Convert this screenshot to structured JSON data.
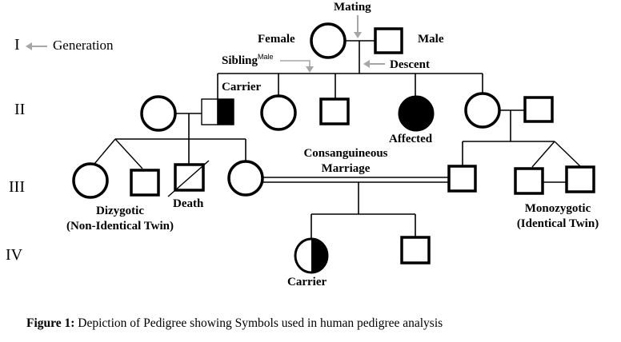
{
  "figure": {
    "caption_bold": "Figure 1:",
    "caption_text": " Depiction of Pedigree showing Symbols used in human pedigree analysis"
  },
  "generations": [
    "I",
    "II",
    "III",
    "IV"
  ],
  "legend": {
    "generation": "Generation",
    "mating": "Mating",
    "female": "Female",
    "male": "Male",
    "sibling": "Sibling",
    "sibling_sup": "Male",
    "descent": "Descent",
    "carrier_male": "Carrier",
    "affected": "Affected",
    "consanguineous_1": "Consanguineous",
    "consanguineous_2": "Marriage",
    "dizygotic_1": "Dizygotic",
    "dizygotic_2": "(Non-Identical Twin)",
    "death": "Death",
    "monozygotic_1": "Monozygotic",
    "monozygotic_2": "(Identical Twin)",
    "carrier_female": "Carrier"
  },
  "colors": {
    "line": "#000000",
    "annotation_arrow": "#a6a6a6",
    "fill_affected": "#000000"
  }
}
